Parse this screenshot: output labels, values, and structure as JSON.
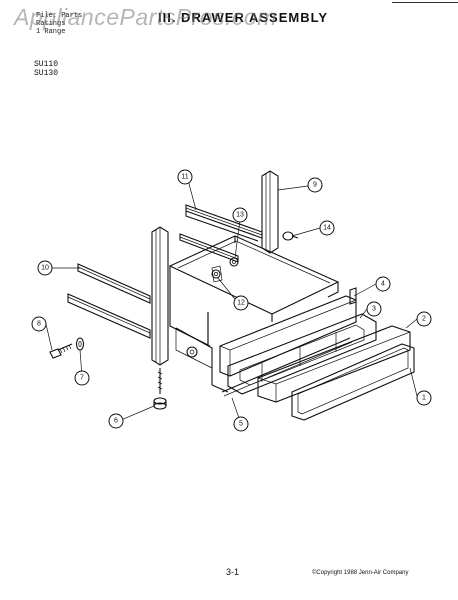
{
  "header": {
    "file_label": "File: Parts",
    "line2": "Ratings",
    "line3": "1 Range",
    "title": "III. DRAWER ASSEMBLY",
    "models": [
      "SU110",
      "SU130"
    ]
  },
  "watermark": "AppliancePartsPros.com",
  "callouts": [
    "11",
    "9",
    "13",
    "14",
    "10",
    "4",
    "12",
    "3",
    "2",
    "8",
    "7",
    "6",
    "5",
    "1"
  ],
  "footer": {
    "page_number": "3-1",
    "copyright": "©Copyright 1988 Jenn-Air Company"
  }
}
